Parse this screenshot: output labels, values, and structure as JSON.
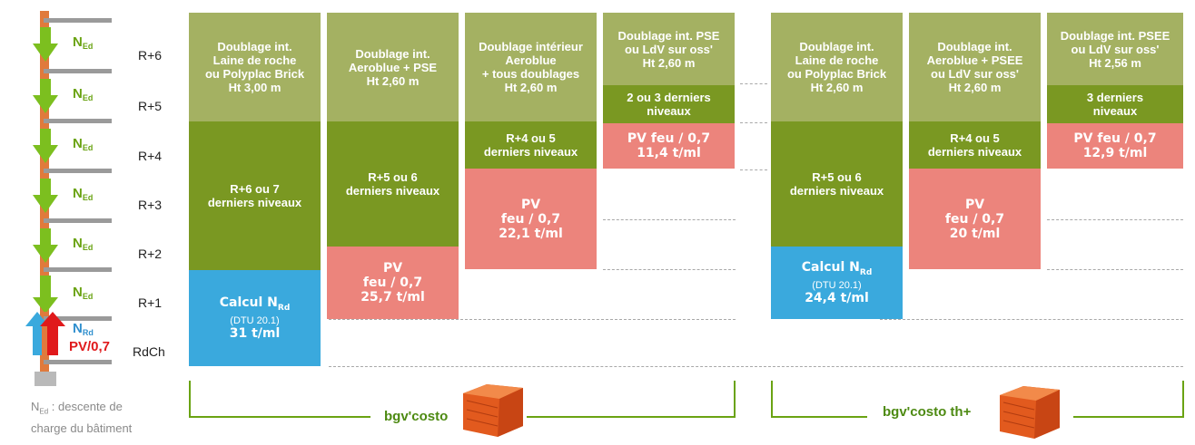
{
  "levels": [
    "R+6",
    "R+5",
    "R+4",
    "R+3",
    "R+2",
    "R+1",
    "RdCh"
  ],
  "ned_main": "N",
  "ned_sub": "Ed",
  "nrd_main": "N",
  "nrd_sub": "Rd",
  "pv_label": "PV/0,7",
  "legend": {
    "n": "N",
    "sub": "Ed",
    "text1": " : descente de",
    "text2": "charge du bâtiment"
  },
  "columns": {
    "c1_head": "Doublage int.\nLaine de roche\nou Polyplac Brick\nHt 3,00 m",
    "c1_mid": "R+6 ou 7\nderniers niveaux",
    "c1_calc": "Calcul N",
    "c1_calc_sub": "Rd",
    "c1_dtu": "(DTU 20.1)",
    "c1_val": "31 t/ml",
    "c2_head": "Doublage int.\nAeroblue + PSE\nHt 2,60 m",
    "c2_mid": "R+5 ou 6\nderniers niveaux",
    "c2_pv": "PV\nfeu / 0,7\n25,7 t/ml",
    "c3_head": "Doublage intérieur\nAeroblue\n+ tous doublages\nHt 2,60 m",
    "c3_mid": "R+4 ou 5\nderniers niveaux",
    "c3_pv": "PV\nfeu / 0,7\n22,1 t/ml",
    "c4_head": "Doublage int. PSE\nou LdV sur oss'\nHt 2,60 m",
    "c4_mid": "2 ou 3 derniers\nniveaux",
    "c4_pv": "PV feu / 0,7\n11,4 t/ml",
    "c5_head": "Doublage int.\nLaine de roche\nou Polyplac Brick\nHt 2,60 m",
    "c5_mid": "R+5 ou 6\nderniers niveaux",
    "c5_calc": "Calcul N",
    "c5_calc_sub": "Rd",
    "c5_dtu": "(DTU 20.1)",
    "c5_val": "24,4 t/ml",
    "c6_head": "Doublage int.\nAeroblue + PSEE\nou LdV sur oss'\nHt 2,60 m",
    "c6_mid": "R+4 ou 5\nderniers niveaux",
    "c6_pv": "PV\nfeu / 0,7\n20 t/ml",
    "c7_head": "Doublage int. PSEE\nou LdV sur oss'\nHt 2,56 m",
    "c7_mid": "3 derniers\nniveaux",
    "c7_pv": "PV feu / 0,7\n12,9 t/ml"
  },
  "brands": [
    "bgv'costo",
    "bgv'costo th+"
  ],
  "colors": {
    "khaki": "#a4b162",
    "olive": "#7a9822",
    "salmon": "#ec847c",
    "blue": "#3aa9dd",
    "green_arrow": "#7cbf1f",
    "red_arrow": "#e0191b",
    "blue_arrow": "#3aa9dd",
    "brick": "#e05a1c"
  }
}
